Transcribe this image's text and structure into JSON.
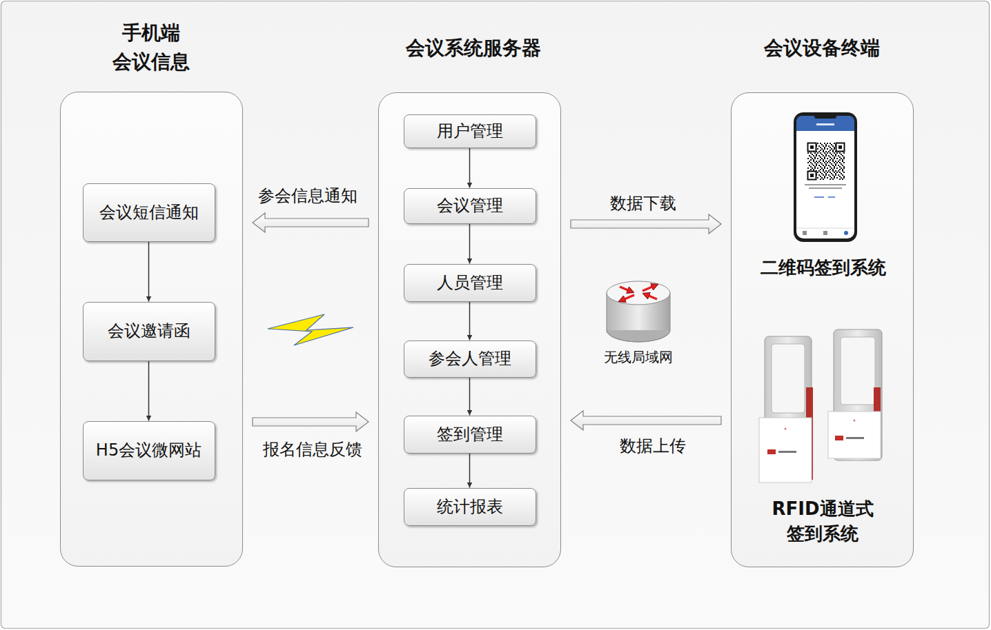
{
  "diagram": {
    "nodes": [
      {
        "text": [
          "手机端 会议信息"
        ]
      },
      {
        "text": [
          "会议短信通知"
        ],
        "in": 0
      },
      {
        "text": [
          "会议邀请函"
        ],
        "in": 0
      },
      {
        "text": [
          "H5会议微网站"
        ],
        "in": 0
      },
      {
        "text": [
          "会议系统服务器"
        ]
      },
      {
        "text": [
          "用户管理"
        ],
        "in": 4
      },
      {
        "text": [
          "会议管理"
        ],
        "in": 4
      },
      {
        "text": [
          "人员管理"
        ],
        "in": 4
      },
      {
        "text": [
          "参会人管理"
        ],
        "in": 4
      },
      {
        "text": [
          "签到管理"
        ],
        "in": 4
      },
      {
        "text": [
          "统计报表"
        ],
        "in": 4
      },
      {
        "text": [
          "会议设备终端"
        ]
      }
    ],
    "edges": [
      {
        "from": 1,
        "to": 2,
        "arrow": "to"
      },
      {
        "from": 2,
        "to": 3,
        "arrow": "to"
      },
      {
        "from": 5,
        "to": 6,
        "arrow": "to"
      },
      {
        "from": 6,
        "to": 7,
        "arrow": "to"
      },
      {
        "from": 7,
        "to": 8,
        "arrow": "to"
      },
      {
        "from": 8,
        "to": 9,
        "arrow": "to"
      },
      {
        "from": 9,
        "to": 10,
        "arrow": "to"
      },
      {
        "from": 4,
        "to": 0,
        "label": "参会信息通知",
        "arrow": "to"
      },
      {
        "from": 0,
        "to": 4,
        "label": "报名信息反馈",
        "arrow": "to"
      },
      {
        "from": 4,
        "to": 11,
        "label": "数据下载",
        "arrow": "to"
      },
      {
        "from": 11,
        "to": 4,
        "label": "数据上传",
        "arrow": "to"
      }
    ],
    "labels": [
      "二维码签到系统",
      "RFID通道式 签到系统",
      "无线局域网"
    ]
  }
}
